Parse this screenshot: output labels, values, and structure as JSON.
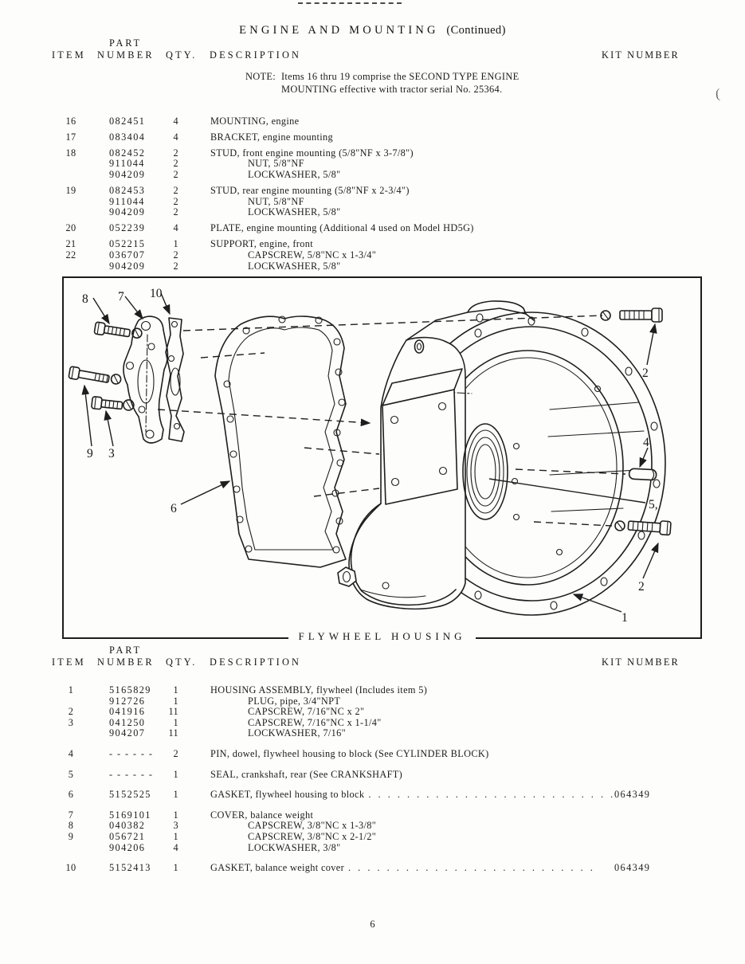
{
  "header": {
    "title_main": "ENGINE AND MOUNTING",
    "title_suffix": "(Continued)"
  },
  "columns": {
    "part_over": "PART",
    "item": "ITEM",
    "number": "NUMBER",
    "qty": "QTY.",
    "description": "DESCRIPTION",
    "kit": "KIT NUMBER"
  },
  "note": {
    "label": "NOTE:",
    "line1": "Items 16 thru 19 comprise the SECOND TYPE ENGINE",
    "line2": "MOUNTING effective with tractor serial No. 25364."
  },
  "engine_table": {
    "rows": [
      {
        "item": "16",
        "part": "082451",
        "qty": "4",
        "desc": "MOUNTING, engine",
        "group_start": true
      },
      {
        "item": "17",
        "part": "083404",
        "qty": "4",
        "desc": "BRACKET, engine mounting",
        "group_start": true
      },
      {
        "item": "18",
        "part": "082452",
        "qty": "2",
        "desc": "STUD, front engine mounting (5/8\"NF x 3-7/8\")",
        "group_start": true
      },
      {
        "part": "911044",
        "qty": "2",
        "desc": "NUT, 5/8\"NF",
        "indent": true
      },
      {
        "part": "904209",
        "qty": "2",
        "desc": "LOCKWASHER, 5/8\"",
        "indent": true
      },
      {
        "item": "19",
        "part": "082453",
        "qty": "2",
        "desc": "STUD, rear engine mounting (5/8\"NF x 2-3/4\")",
        "group_start": true
      },
      {
        "part": "911044",
        "qty": "2",
        "desc": "NUT, 5/8\"NF",
        "indent": true
      },
      {
        "part": "904209",
        "qty": "2",
        "desc": "LOCKWASHER, 5/8\"",
        "indent": true
      },
      {
        "item": "20",
        "part": "052239",
        "qty": "4",
        "desc": "PLATE, engine mounting (Additional 4 used on Model HD5G)",
        "group_start": true
      },
      {
        "item": "21",
        "part": "052215",
        "qty": "1",
        "desc": "SUPPORT, engine, front",
        "group_start": true
      },
      {
        "item": "22",
        "part": "036707",
        "qty": "2",
        "desc": "CAPSCREW, 5/8\"NC x 1-3/4\"",
        "indent": true
      },
      {
        "part": "904209",
        "qty": "2",
        "desc": "LOCKWASHER, 5/8\"",
        "indent": true
      }
    ]
  },
  "figure": {
    "caption": "FLYWHEEL HOUSING",
    "labels": [
      {
        "text": "8"
      },
      {
        "text": "7"
      },
      {
        "text": "10"
      },
      {
        "text": "9"
      },
      {
        "text": "3"
      },
      {
        "text": "6"
      },
      {
        "text": "2"
      },
      {
        "text": "4"
      },
      {
        "text": "5,"
      },
      {
        "text": "2"
      },
      {
        "text": "1"
      }
    ]
  },
  "flywheel_table": {
    "rows": [
      {
        "item": "1",
        "part": "5165829",
        "qty": "1",
        "desc": "HOUSING ASSEMBLY, flywheel (Includes item 5)",
        "group_start": true
      },
      {
        "part": "912726",
        "qty": "1",
        "desc": "PLUG, pipe, 3/4\"NPT",
        "indent": true
      },
      {
        "item": "2",
        "part": "041916",
        "qty": "11",
        "desc": "CAPSCREW, 7/16\"NC x 2\"",
        "indent": true
      },
      {
        "item": "3",
        "part": "041250",
        "qty": "1",
        "desc": "CAPSCREW, 7/16\"NC x 1-1/4\"",
        "indent": true
      },
      {
        "part": "904207",
        "qty": "11",
        "desc": "LOCKWASHER, 7/16\"",
        "indent": true
      },
      {
        "item": "4",
        "part": "- - - - - -",
        "qty": "2",
        "desc": "PIN, dowel, flywheel housing to block (See CYLINDER BLOCK)",
        "group_start": true
      },
      {
        "item": "5",
        "part": "- - - - - -",
        "qty": "1",
        "desc": "SEAL, crankshaft, rear (See CRANKSHAFT)",
        "group_start": true
      },
      {
        "item": "6",
        "part": "5152525",
        "qty": "1",
        "desc": "GASKET, flywheel housing to block",
        "leader": ". . . . . . . . . . . . . . . . . . . . . . . . . .",
        "kit": "064349",
        "group_start": true
      },
      {
        "item": "7",
        "part": "5169101",
        "qty": "1",
        "desc": "COVER, balance weight",
        "group_start": true
      },
      {
        "item": "8",
        "part": "040382",
        "qty": "3",
        "desc": "CAPSCREW, 3/8\"NC x 1-3/8\"",
        "indent": true
      },
      {
        "item": "9",
        "part": "056721",
        "qty": "1",
        "desc": "CAPSCREW, 3/8\"NC x 2-1/2\"",
        "indent": true
      },
      {
        "part": "904206",
        "qty": "4",
        "desc": "LOCKWASHER, 3/8\"",
        "indent": true
      },
      {
        "item": "10",
        "part": "5152413",
        "qty": "1",
        "desc": "GASKET, balance weight cover",
        "leader": ". . . . . . . . . . . . . . . . . . . . . . . . . .",
        "kit": "064349",
        "group_start": true
      }
    ]
  },
  "artifacts": {
    "paren": "("
  },
  "footer": {
    "page_number": "6"
  }
}
